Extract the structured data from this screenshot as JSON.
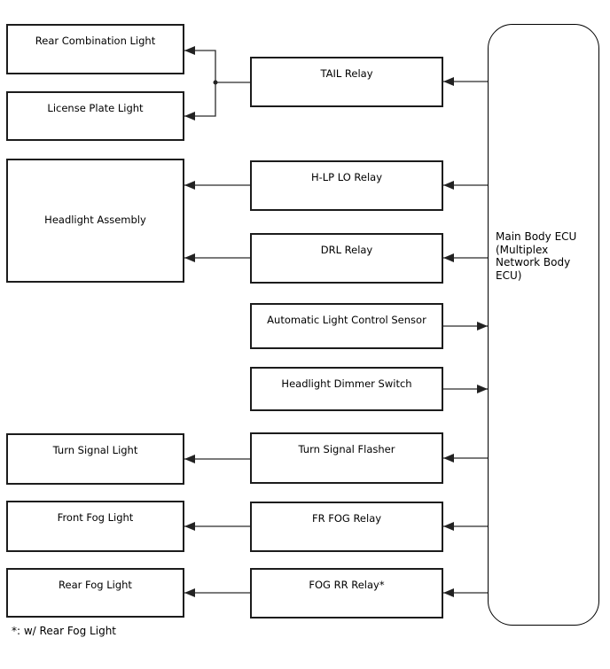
{
  "diagram": {
    "left_column": [
      {
        "label": "Rear Combination Light"
      },
      {
        "label": "License Plate Light"
      },
      {
        "label": "Headlight Assembly"
      },
      {
        "label": "Turn Signal Light"
      },
      {
        "label": "Front Fog Light"
      },
      {
        "label": "Rear Fog Light"
      }
    ],
    "middle_column": [
      {
        "label": "TAIL Relay"
      },
      {
        "label": "H-LP LO Relay"
      },
      {
        "label": "DRL Relay"
      },
      {
        "label": "Automatic Light Control Sensor"
      },
      {
        "label": "Headlight Dimmer Switch"
      },
      {
        "label": "Turn Signal Flasher"
      },
      {
        "label": "FR FOG Relay"
      },
      {
        "label": "FOG RR Relay*"
      }
    ],
    "ecu": {
      "label": "Main Body ECU\n(Multiplex\nNetwork Body\nECU)"
    },
    "footnote": "*: w/ Rear Fog Light",
    "connections": [
      {
        "from": "Main Body ECU",
        "to": "TAIL Relay"
      },
      {
        "from": "TAIL Relay",
        "to": "Rear Combination Light"
      },
      {
        "from": "TAIL Relay",
        "to": "License Plate Light"
      },
      {
        "from": "Main Body ECU",
        "to": "H-LP LO Relay"
      },
      {
        "from": "H-LP LO Relay",
        "to": "Headlight Assembly"
      },
      {
        "from": "Main Body ECU",
        "to": "DRL Relay"
      },
      {
        "from": "DRL Relay",
        "to": "Headlight Assembly"
      },
      {
        "from": "Automatic Light Control Sensor",
        "to": "Main Body ECU"
      },
      {
        "from": "Headlight Dimmer Switch",
        "to": "Main Body ECU"
      },
      {
        "from": "Main Body ECU",
        "to": "Turn Signal Flasher"
      },
      {
        "from": "Turn Signal Flasher",
        "to": "Turn Signal Light"
      },
      {
        "from": "Main Body ECU",
        "to": "FR FOG Relay"
      },
      {
        "from": "FR FOG Relay",
        "to": "Front Fog Light"
      },
      {
        "from": "Main Body ECU",
        "to": "FOG RR Relay*"
      },
      {
        "from": "FOG RR Relay*",
        "to": "Rear Fog Light"
      }
    ],
    "colors": {
      "background": "#ffffff",
      "box_border": "#1c1c1c",
      "line": "#2b2b2b",
      "text": "#000000"
    }
  }
}
